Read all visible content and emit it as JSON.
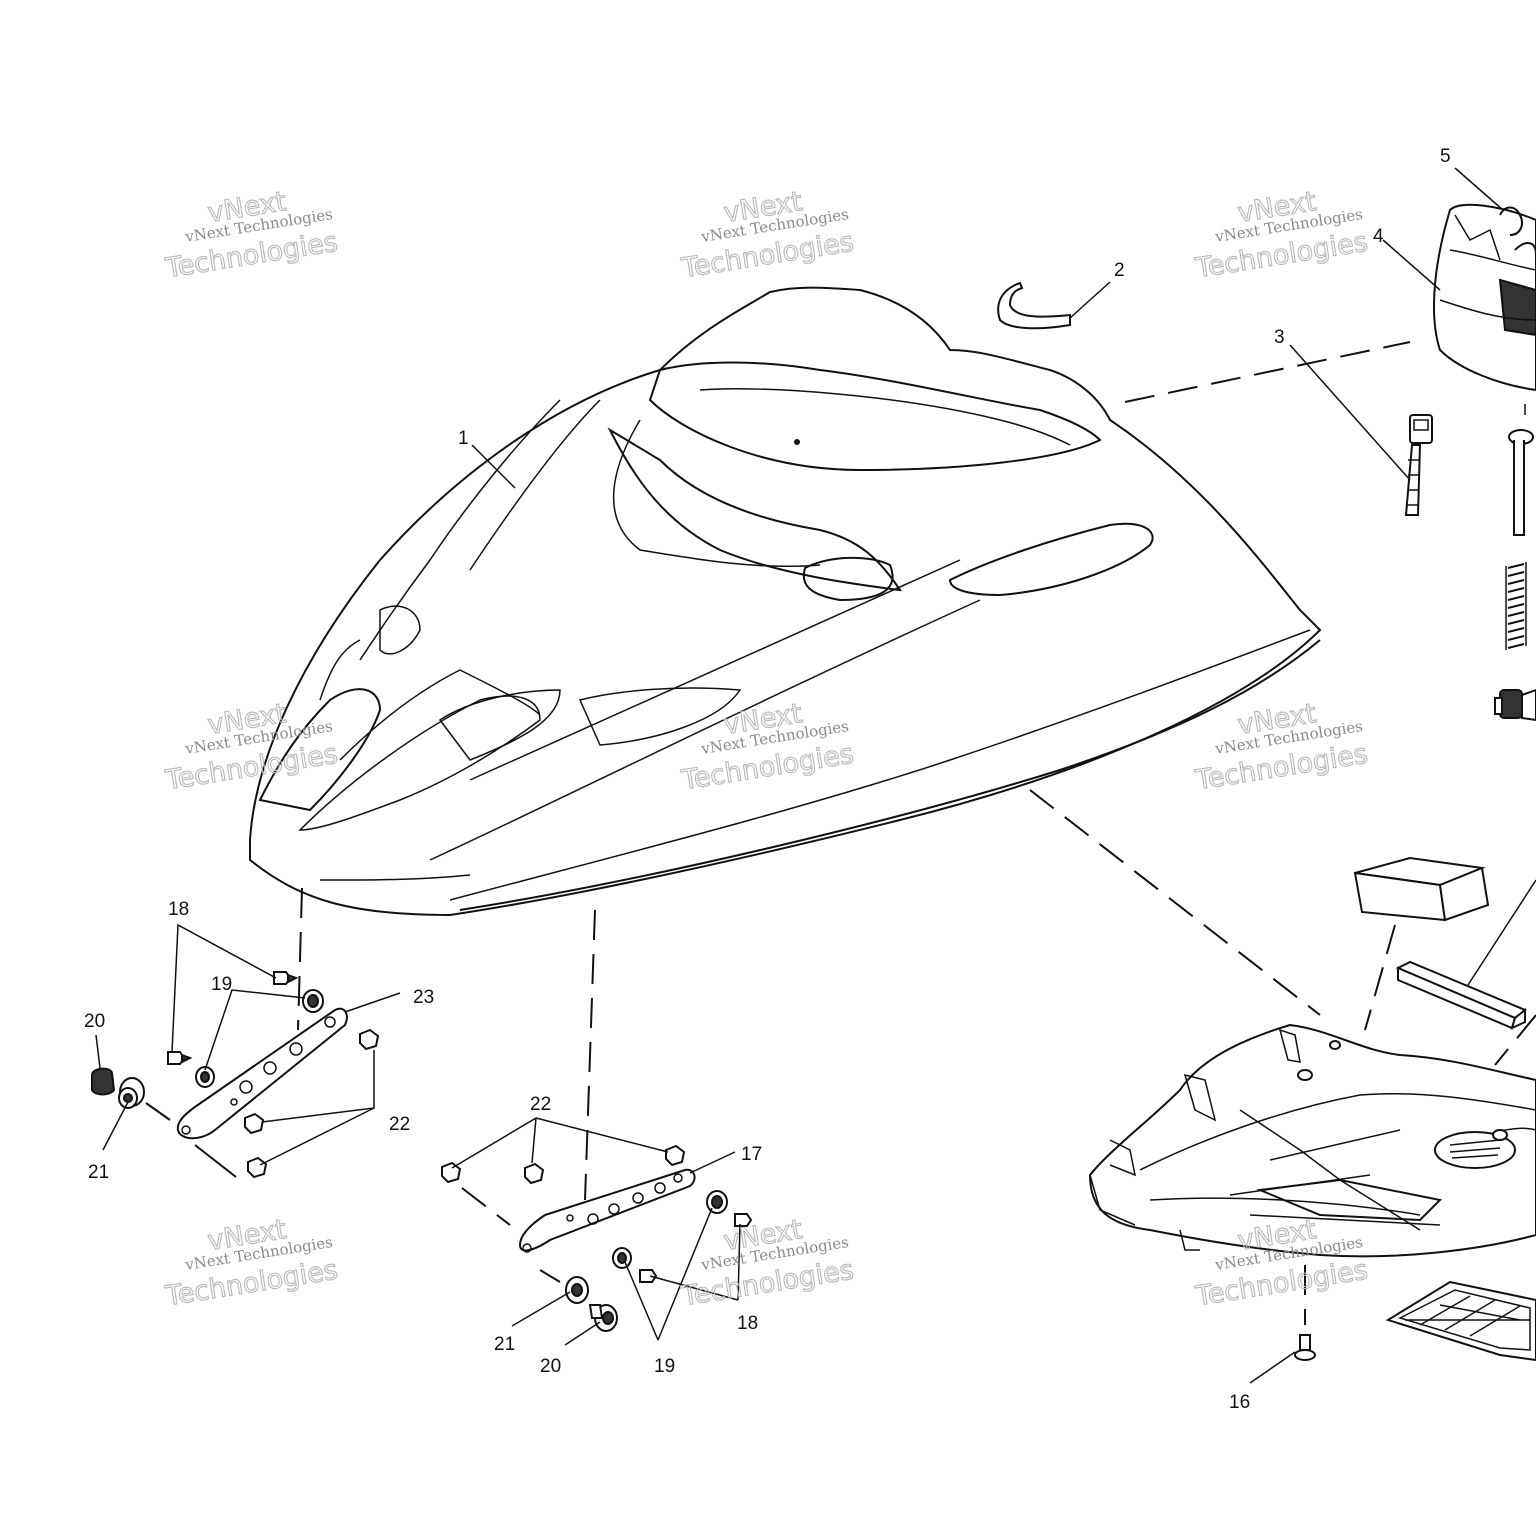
{
  "callouts": [
    {
      "id": "1",
      "label": "1"
    },
    {
      "id": "2",
      "label": "2"
    },
    {
      "id": "3",
      "label": "3"
    },
    {
      "id": "4",
      "label": "4"
    },
    {
      "id": "5",
      "label": "5"
    },
    {
      "id": "16",
      "label": "16"
    },
    {
      "id": "17",
      "label": "17"
    },
    {
      "id": "18a",
      "label": "18"
    },
    {
      "id": "18b",
      "label": "18"
    },
    {
      "id": "19a",
      "label": "19"
    },
    {
      "id": "19b",
      "label": "19"
    },
    {
      "id": "20a",
      "label": "20"
    },
    {
      "id": "20b",
      "label": "20"
    },
    {
      "id": "21a",
      "label": "21"
    },
    {
      "id": "21b",
      "label": "21"
    },
    {
      "id": "22a",
      "label": "22"
    },
    {
      "id": "22b",
      "label": "22"
    },
    {
      "id": "23",
      "label": "23"
    }
  ],
  "watermark": {
    "line1": "vNext Technologies",
    "line2": "vNext",
    "line3": "Technologies"
  }
}
